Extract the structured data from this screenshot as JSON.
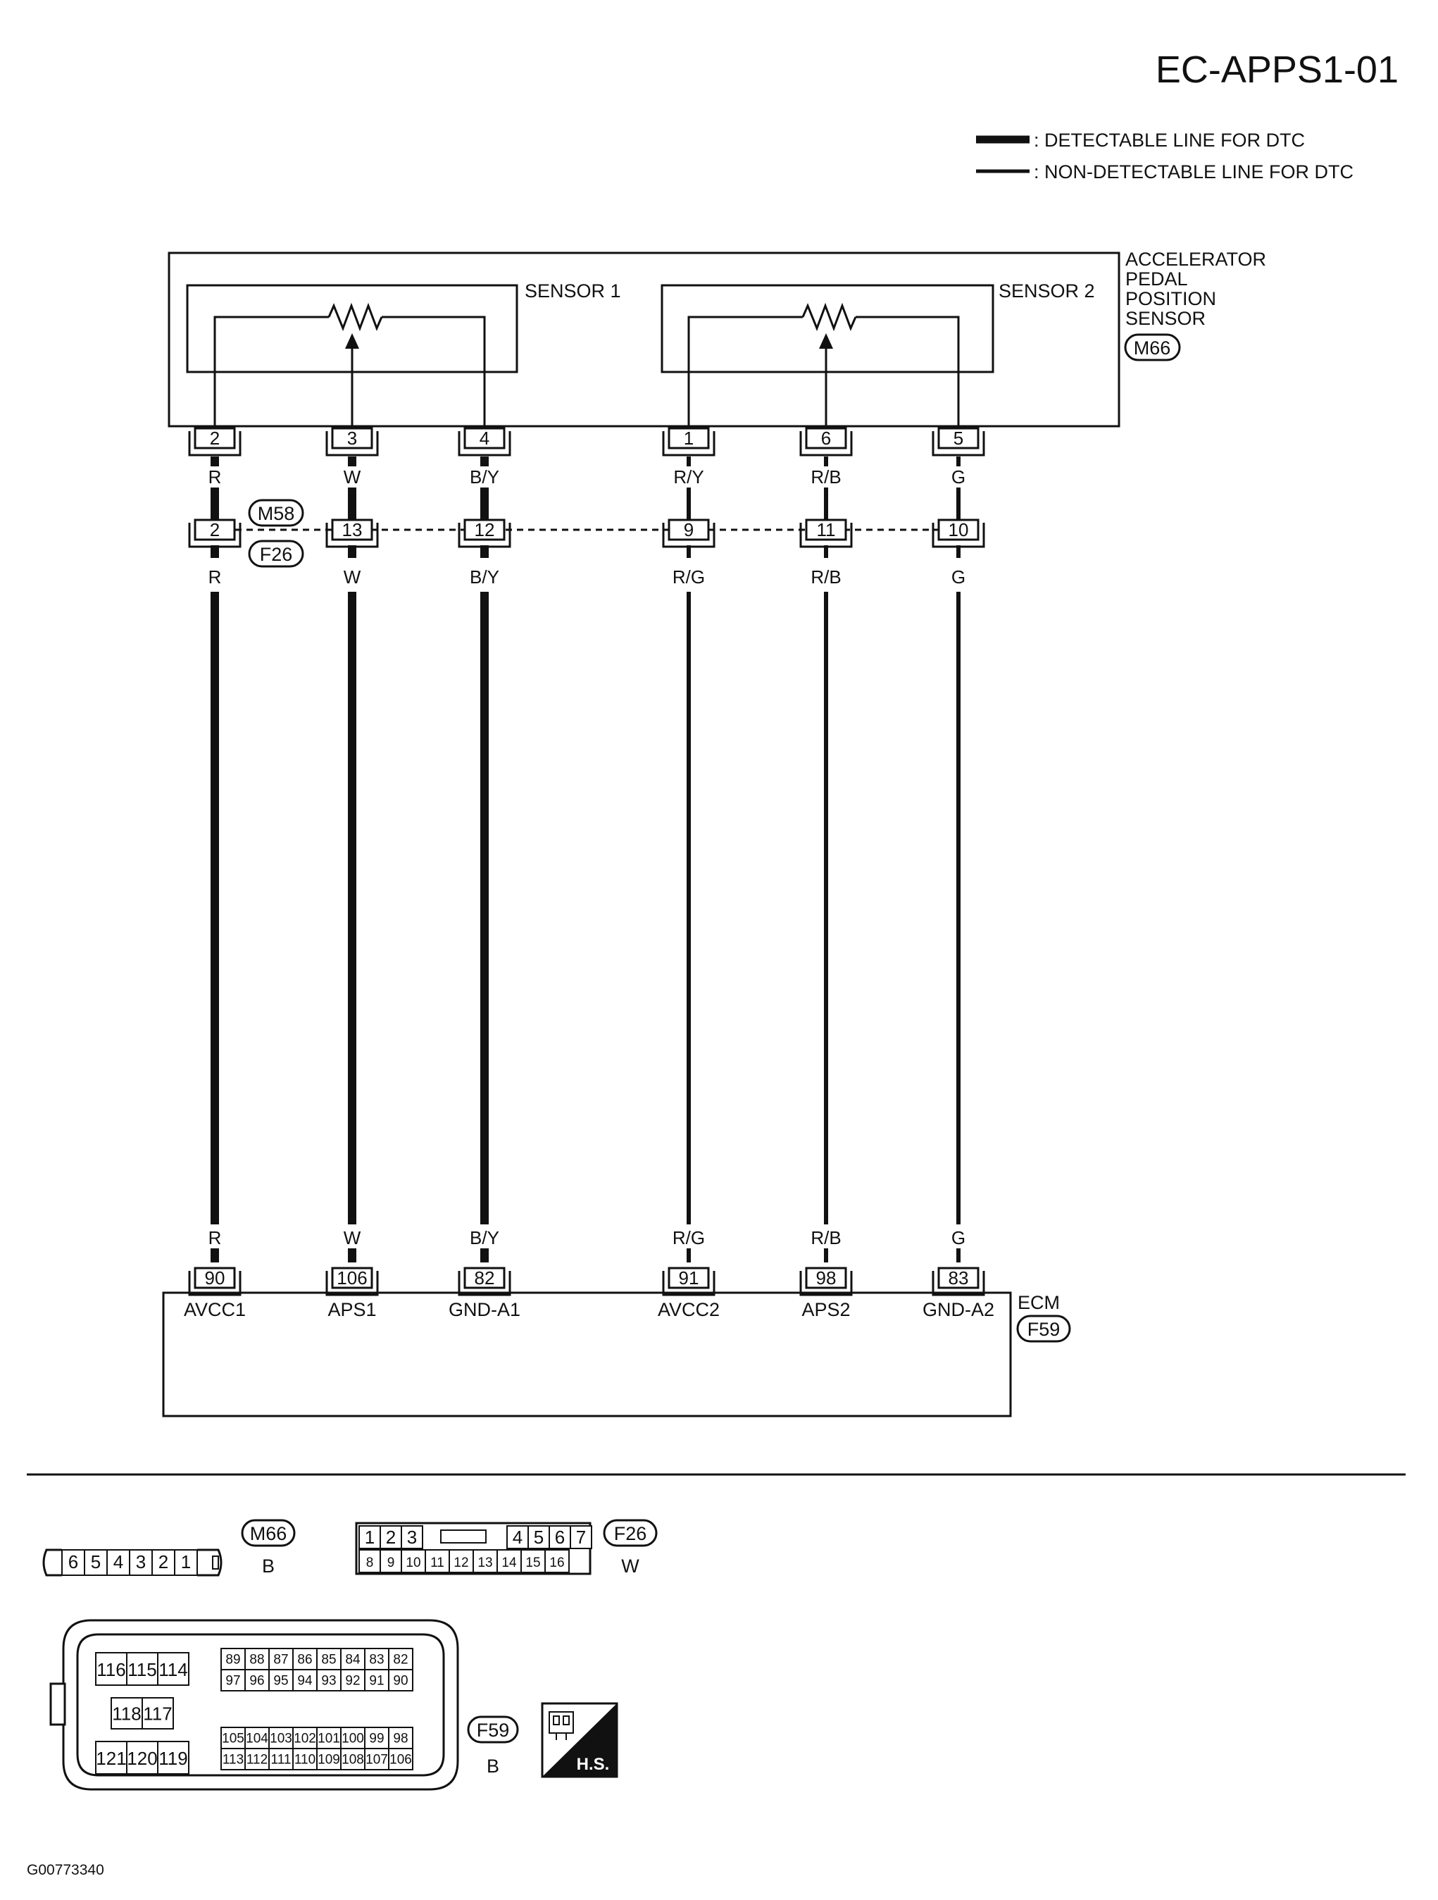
{
  "page": {
    "code": "EC-APPS1-01",
    "figure_id": "G00773340"
  },
  "legend": {
    "detectable": ": DETECTABLE LINE FOR DTC",
    "non_detectable": ": NON-DETECTABLE LINE FOR DTC"
  },
  "sensor": {
    "label_lines": [
      "ACCELERATOR",
      "PEDAL",
      "POSITION",
      "SENSOR"
    ],
    "connector": "M66",
    "sensor1": "SENSOR 1",
    "sensor2": "SENSOR 2"
  },
  "joint": {
    "connector_top": "M58",
    "connector_bottom": "F26"
  },
  "ecm": {
    "label": "ECM",
    "connector": "F59"
  },
  "circuits": [
    {
      "sensor_pin": "2",
      "color_top": "R",
      "joint_pin": "2",
      "color_mid": "R",
      "color_bottom": "R",
      "ecm_pin": "90",
      "ecm_label": "AVCC1",
      "detectable": true
    },
    {
      "sensor_pin": "3",
      "color_top": "W",
      "joint_pin": "13",
      "color_mid": "W",
      "color_bottom": "W",
      "ecm_pin": "106",
      "ecm_label": "APS1",
      "detectable": true
    },
    {
      "sensor_pin": "4",
      "color_top": "B/Y",
      "joint_pin": "12",
      "color_mid": "B/Y",
      "color_bottom": "B/Y",
      "ecm_pin": "82",
      "ecm_label": "GND-A1",
      "detectable": true
    },
    {
      "sensor_pin": "1",
      "color_top": "R/Y",
      "joint_pin": "9",
      "color_mid": "R/G",
      "color_bottom": "R/G",
      "ecm_pin": "91",
      "ecm_label": "AVCC2",
      "detectable": false
    },
    {
      "sensor_pin": "6",
      "color_top": "R/B",
      "joint_pin": "11",
      "color_mid": "R/B",
      "color_bottom": "R/B",
      "ecm_pin": "98",
      "ecm_label": "APS2",
      "detectable": false
    },
    {
      "sensor_pin": "5",
      "color_top": "G",
      "joint_pin": "10",
      "color_mid": "G",
      "color_bottom": "G",
      "ecm_pin": "83",
      "ecm_label": "GND-A2",
      "detectable": false
    }
  ],
  "connector_views": {
    "m66": {
      "name": "M66",
      "color": "B",
      "pins": [
        "6",
        "5",
        "4",
        "3",
        "2",
        "1"
      ]
    },
    "f26": {
      "name": "F26",
      "color": "W",
      "row1": [
        "1",
        "2",
        "3",
        "",
        "4",
        "5",
        "6",
        "7"
      ],
      "row2": [
        "8",
        "9",
        "10",
        "11",
        "12",
        "13",
        "14",
        "15",
        "16"
      ]
    },
    "f59": {
      "name": "F59",
      "color": "B",
      "top_left": [
        "116",
        "115",
        "114"
      ],
      "mid_left": [
        "118",
        "117"
      ],
      "bottom_left": [
        "121",
        "120",
        "119"
      ],
      "top_row1": [
        "89",
        "88",
        "87",
        "86",
        "85",
        "84",
        "83",
        "82"
      ],
      "top_row2": [
        "97",
        "96",
        "95",
        "94",
        "93",
        "92",
        "91",
        "90"
      ],
      "bottom_row1": [
        "105",
        "104",
        "103",
        "102",
        "101",
        "100",
        "99",
        "98"
      ],
      "bottom_row2": [
        "113",
        "112",
        "111",
        "110",
        "109",
        "108",
        "107",
        "106"
      ]
    },
    "hs_label": "H.S."
  }
}
